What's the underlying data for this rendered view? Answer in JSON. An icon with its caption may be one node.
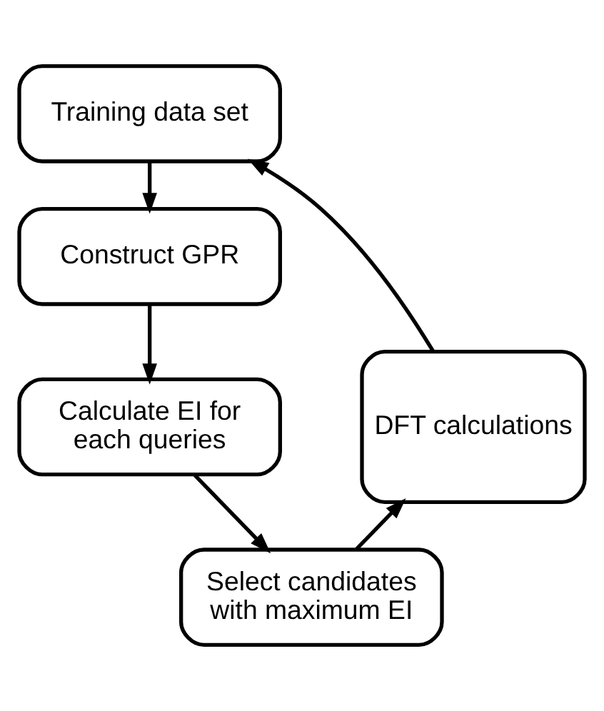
{
  "diagram": {
    "nodes": [
      {
        "text": [
          "Training data set"
        ]
      },
      {
        "text": [
          "Construct GPR"
        ]
      },
      {
        "text": [
          "Calculate EI for each queries"
        ]
      },
      {
        "text": [
          "Select candidates with maximum EI"
        ]
      },
      {
        "text": [
          "DFT calculations"
        ]
      }
    ],
    "edges": [
      {
        "from": 0,
        "to": 1,
        "arrow": "to"
      },
      {
        "from": 1,
        "to": 2,
        "arrow": "to"
      },
      {
        "from": 2,
        "to": 3,
        "arrow": "to"
      },
      {
        "from": 3,
        "to": 4,
        "arrow": "to"
      },
      {
        "from": 4,
        "to": 0,
        "arrow": "to"
      }
    ]
  }
}
